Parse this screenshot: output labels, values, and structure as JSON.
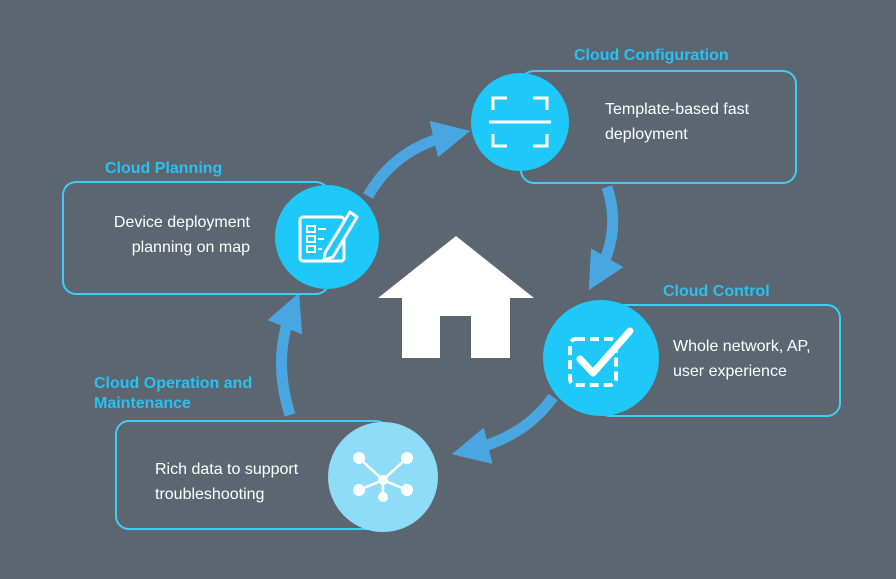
{
  "stages": {
    "configuration": {
      "title": "Cloud Configuration",
      "description_line1": "Template-based fast",
      "description_line2": "deployment",
      "icon": "scan-frame-icon"
    },
    "planning": {
      "title": "Cloud Planning",
      "description_line1": "Device deployment",
      "description_line2": "planning on map",
      "icon": "tablet-pencil-icon"
    },
    "control": {
      "title": "Cloud Control",
      "description_line1": "Whole network, AP,",
      "description_line2": "user experience",
      "icon": "checkbox-check-icon"
    },
    "operation": {
      "title_line1": "Cloud Operation and",
      "title_line2": "Maintenance",
      "description_line1": "Rich data to support",
      "description_line2": "troubleshooting",
      "icon": "network-nodes-icon"
    }
  },
  "center_icon": "house-icon",
  "colors": {
    "background": "#5b6670",
    "accent": "#27c1f4",
    "box_border": "#3fcdf7",
    "circle_primary": "#1ec8f8",
    "circle_light": "#8fdcf8",
    "arrow": "#4aa6e0"
  }
}
